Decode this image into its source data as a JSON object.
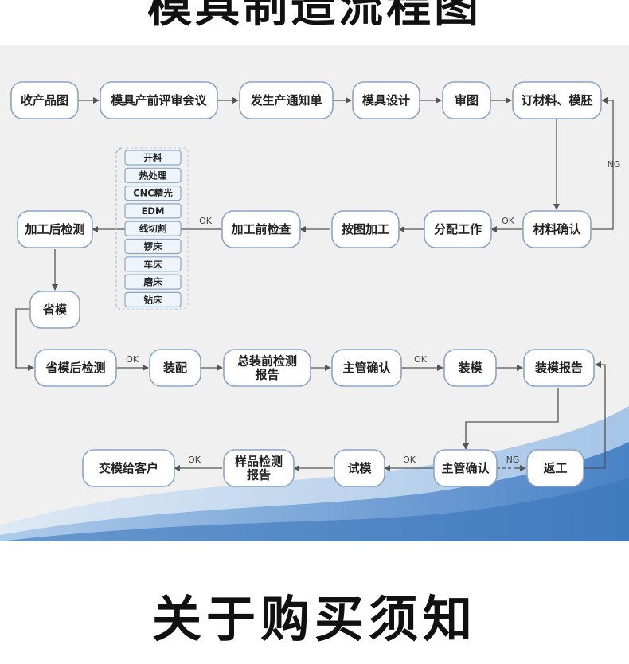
{
  "header": {
    "title": "模具制造流程图"
  },
  "footer": {
    "title": "关于购买须知"
  },
  "nodes": {
    "n1": "收产品图",
    "n2": "模具产前评审会议",
    "n3": "发生产通知单",
    "n4": "模具设计",
    "n5": "审图",
    "n6": "订材料、模胚",
    "n7": "材料确认",
    "n8": "分配工作",
    "n9": "按图加工",
    "n10": "加工前检查",
    "n11": "加工后检测",
    "n12": "省模",
    "n13": "省模后检测",
    "n14": "装配",
    "n15": [
      "总装前检测",
      "报告"
    ],
    "n16": "主管确认",
    "n17": "装模",
    "n18": "装模报告",
    "n19": "主管确认",
    "n20": "返工",
    "n21": "试模",
    "n22": [
      "样品检测",
      "报告"
    ],
    "n23": "交模给客户"
  },
  "processes": [
    "开料",
    "热处理",
    "CNC精光",
    "EDM",
    "线切割",
    "锣床",
    "车床",
    "磨床",
    "钻床"
  ],
  "labels": {
    "ng": "NG",
    "ok": "OK"
  },
  "colors": {
    "node_border": "#8aa6c4",
    "wave_blue": "#4f86c6",
    "panel_bg": "#f0f0f0"
  }
}
